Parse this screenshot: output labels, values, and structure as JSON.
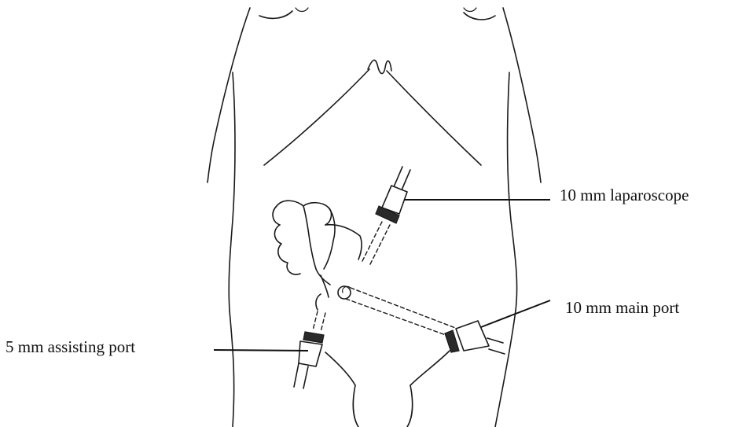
{
  "labels": {
    "laparoscope": "10 mm laparoscope",
    "main_port": "10 mm main port",
    "assisting_port": "5 mm assisting port"
  },
  "colors": {
    "ink": "#1a1a1a",
    "background": "#ffffff"
  }
}
